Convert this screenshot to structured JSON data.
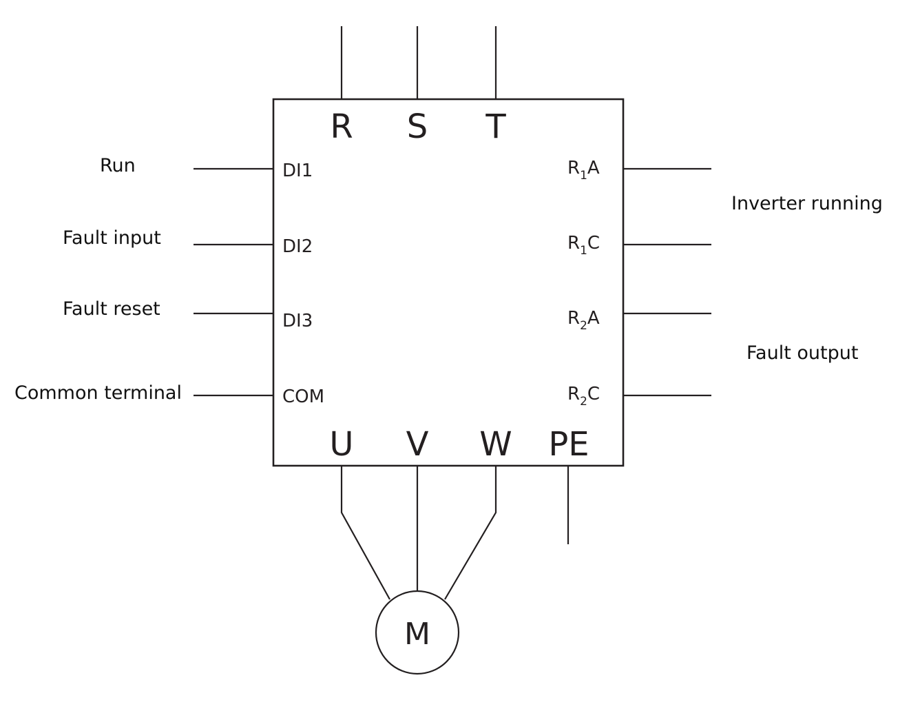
{
  "terminals": {
    "supply": [
      "R",
      "S",
      "T"
    ],
    "output": [
      "U",
      "V",
      "W",
      "PE"
    ],
    "digital_inputs": [
      "DI1",
      "DI2",
      "DI3",
      "COM"
    ],
    "relays": [
      {
        "main": "R",
        "sub": "1",
        "suffix": "A"
      },
      {
        "main": "R",
        "sub": "1",
        "suffix": "C"
      },
      {
        "main": "R",
        "sub": "2",
        "suffix": "A"
      },
      {
        "main": "R",
        "sub": "2",
        "suffix": "C"
      }
    ]
  },
  "inputs": {
    "run": "Run",
    "fault_input": "Fault input",
    "fault_reset": "Fault reset",
    "common": "Common terminal"
  },
  "outputs": {
    "inverter_running": "Inverter running",
    "fault_output": "Fault output"
  },
  "motor": {
    "label": "M"
  }
}
